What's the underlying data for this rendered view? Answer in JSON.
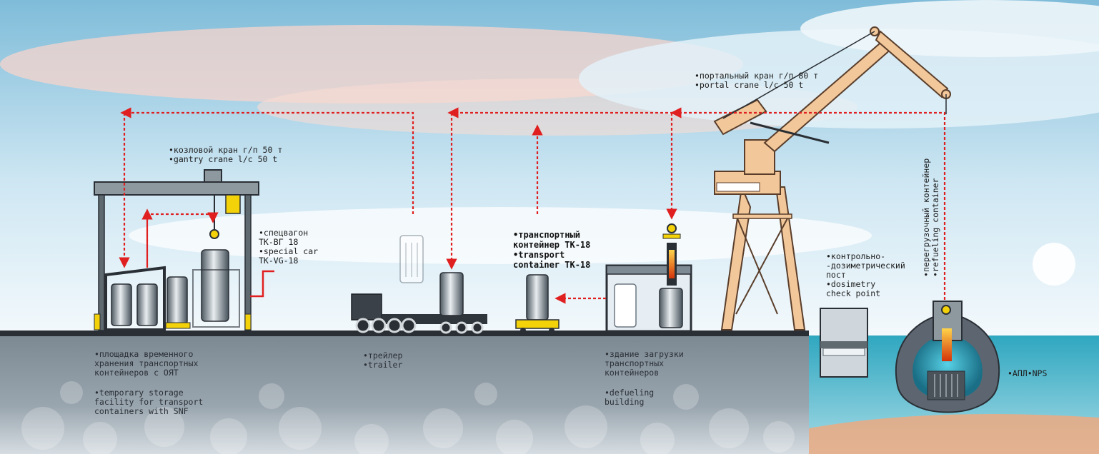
{
  "labels": {
    "gantry_crane": "•козловой кран г/п 50 т\n•gantry crane l/c 50 t",
    "portal_crane": "•портальный кран г/п 80 т\n•portal crane l/c 50 t",
    "special_car": "•спецвагон\nТК-ВГ 18\n•special car\nTK-VG-18",
    "transport_container": "•транспортный\nконтейнер ТК-18\n•transport\ncontainer TK-18",
    "dosimetry": "•контрольно-\n-дозиметрический\nпост\n•dosimetry\ncheck point",
    "refueling_container": "•перегрузочный контейнер\n•refueling container",
    "storage_ru": "•площадка временного\nхранения транспортных\nконтейнеров с ОЯТ",
    "storage_en": "•temporary storage\nfacility for transport\ncontainers with SNF",
    "trailer": "•трейлер\n•trailer",
    "defueling_ru": "•здание загрузки\nтранспортных\nконтейнеров",
    "defueling_en": "•defueling\nbuilding",
    "nps": "•АПЛ•NPS"
  },
  "colors": {
    "sky_top": "#8ec6df",
    "sky_bottom": "#eaf5fb",
    "ground": "#8d99a3",
    "ground_dark": "#6e7b86",
    "sea": "#3db1c8",
    "crane": "#f2c79a",
    "crane_dark": "#5a3e2b",
    "flow_arrow": "#e02020",
    "cask": "#7e8a94",
    "hook_yellow": "#f4d20a",
    "hot_orange": "#ff7a1a",
    "reactor_hull": "#5d6670"
  },
  "icons": [
    "gantry-crane-icon",
    "portal-crane-icon",
    "cask-icon",
    "trailer-icon",
    "hook-icon",
    "submarine-icon"
  ]
}
